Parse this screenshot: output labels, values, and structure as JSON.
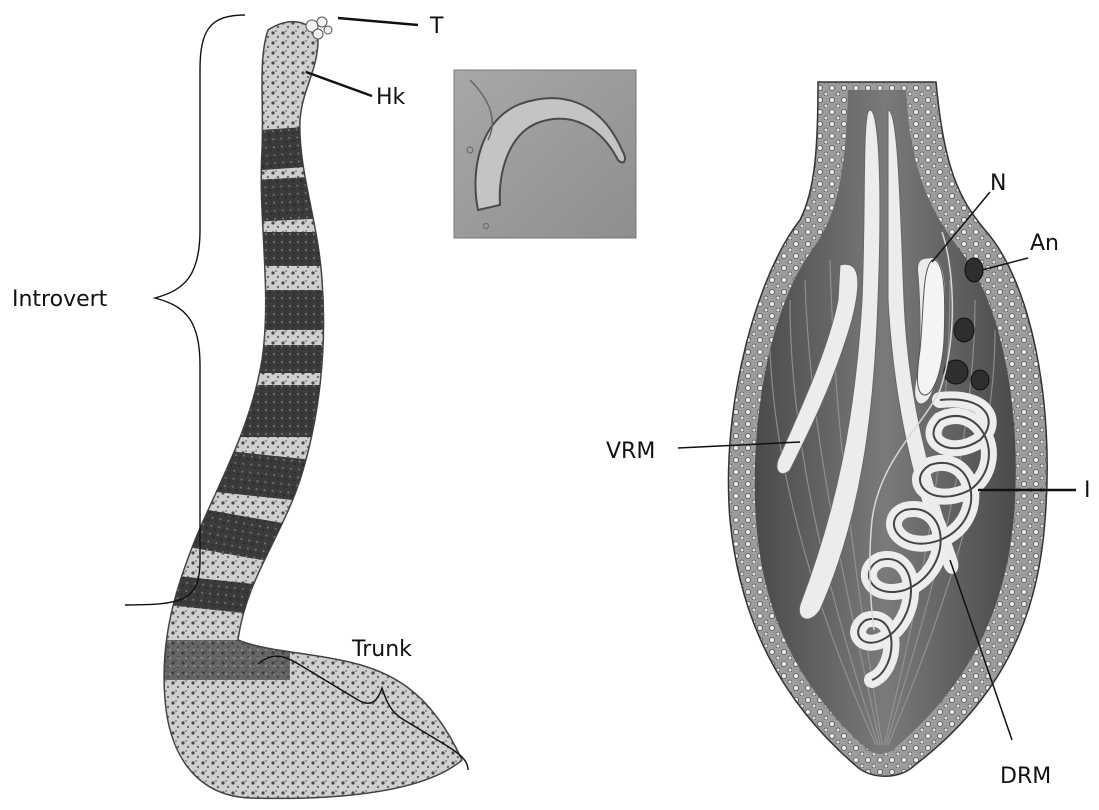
{
  "labels": {
    "t": "T",
    "hk": "Hk",
    "introvert": "Introvert",
    "trunk": "Trunk",
    "n": "N",
    "an": "An",
    "vrm": "VRM",
    "i": "I",
    "drm": "DRM"
  },
  "colors": {
    "ink": "#111111",
    "worm_dark": "#3a3a3a",
    "worm_light": "#bdbdbd",
    "photo_bg": "#9a9a9a",
    "muscle_light": "#e6e6e6"
  },
  "panels": {
    "left": "whole worm with introvert and trunk",
    "inset": "hook micrograph",
    "right": "dissected trunk interior"
  }
}
